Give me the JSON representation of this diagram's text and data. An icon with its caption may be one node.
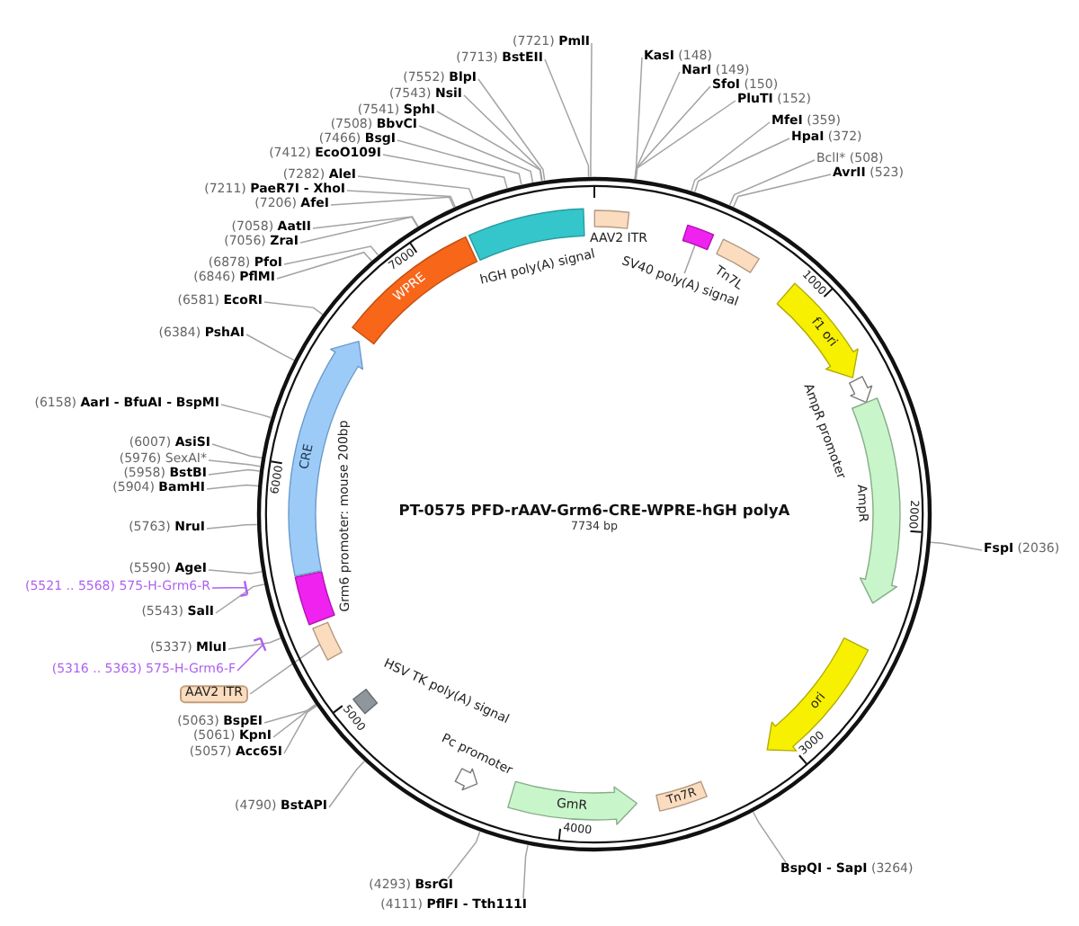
{
  "diagram": {
    "title": "PT-0575 PFD-rAAV-Grm6-CRE-WPRE-hGH polyA",
    "nodes": [
      {
        "text": [
          "**KasI** (148)"
        ]
      },
      {
        "text": [
          "**NarI** (149)"
        ]
      },
      {
        "text": [
          "**SfoI** (150)"
        ]
      },
      {
        "text": [
          "**PluTI** (152)"
        ]
      },
      {
        "text": [
          "**MfeI** (359)"
        ]
      },
      {
        "text": [
          "**HpaI** (372)"
        ]
      },
      {
        "text": [
          "BclI* (508)"
        ]
      },
      {
        "text": [
          "**AvrII** (523)"
        ]
      },
      {
        "text": [
          "**FspI** (2036)"
        ]
      },
      {
        "text": [
          "**BspQI - SapI** (3264)"
        ]
      },
      {
        "text": [
          "(4111) **PflFI - Tth111I**"
        ]
      },
      {
        "text": [
          "(4293) **BsrGI**"
        ]
      },
      {
        "text": [
          "(4790) **BstAPI**"
        ]
      },
      {
        "text": [
          "(5057) **Acc65I**"
        ]
      },
      {
        "text": [
          "(5061) **KpnI**"
        ]
      },
      {
        "text": [
          "(5063) **BspEI**"
        ]
      },
      {
        "text": [
          "AAV2 ITR"
        ]
      },
      {
        "text": [
          "(5316 .. 5363) 575-H-Grm6-F"
        ]
      },
      {
        "text": [
          "(5337) **MluI**"
        ]
      },
      {
        "text": [
          "(5543) **SalI**"
        ]
      },
      {
        "text": [
          "(5521 .. 5568) 575-H-Grm6-R"
        ]
      },
      {
        "text": [
          "(5590) **AgeI**"
        ]
      },
      {
        "text": [
          "(5763) **NruI**"
        ]
      },
      {
        "text": [
          "(5904) **BamHI**"
        ]
      },
      {
        "text": [
          "(5958) **BstBI**"
        ]
      },
      {
        "text": [
          "(5976) SexAI*"
        ]
      },
      {
        "text": [
          "(6007) **AsiSI**"
        ]
      },
      {
        "text": [
          "(6158) **AarI - BfuAI - BspMI**"
        ]
      },
      {
        "text": [
          "(6384) **PshAI**"
        ]
      },
      {
        "text": [
          "(6581) **EcoRI**"
        ]
      },
      {
        "text": [
          "(6846) **PflMI**"
        ]
      },
      {
        "text": [
          "(6878) **PfoI**"
        ]
      },
      {
        "text": [
          "(7056) **ZraI**"
        ]
      },
      {
        "text": [
          "(7058) **AatII**"
        ]
      },
      {
        "text": [
          "(7206) **AfeI**"
        ]
      },
      {
        "text": [
          "(7211) **PaeR7I - XhoI**"
        ]
      },
      {
        "text": [
          "(7282) **AleI**"
        ]
      },
      {
        "text": [
          "(7412) **EcoO109I**"
        ]
      },
      {
        "text": [
          "(7466) **BsgI**"
        ]
      },
      {
        "text": [
          "(7508) **BbvCI**"
        ]
      },
      {
        "text": [
          "(7541) **SphI**"
        ]
      },
      {
        "text": [
          "(7543) **NsiI**"
        ]
      },
      {
        "text": [
          "(7552) **BlpI**"
        ]
      },
      {
        "text": [
          "(7713) **BstEII**"
        ]
      },
      {
        "text": [
          "(7721) **PmlI**"
        ]
      },
      {
        "text": [],
        "shape": "circle"
      },
      {
        "text": [
          "AAV2 ITR"
        ],
        "in": 45
      },
      {
        "text": [
          "SV40 poly(A) signal"
        ],
        "in": 45
      },
      {
        "text": [],
        "shape": "box",
        "in": 45
      },
      {
        "text": [
          "Tn7L"
        ],
        "in": 45
      },
      {
        "text": [
          "f1 ori"
        ],
        "in": 45
      },
      {
        "text": [
          "AmpR promoter"
        ],
        "in": 45
      },
      {
        "text": [
          "AmpR"
        ],
        "in": 45
      },
      {
        "text": [
          "ori"
        ],
        "in": 45
      },
      {
        "text": [
          "Tn7R"
        ],
        "in": 45
      },
      {
        "text": [
          "GmR"
        ],
        "in": 45
      },
      {
        "text": [
          "Pc promoter"
        ],
        "in": 45
      },
      {
        "text": [
          "HSV TK poly(A) signal"
        ],
        "in": 45
      },
      {
        "text": [],
        "shape": "box",
        "in": 45
      },
      {
        "text": [],
        "shape": "bar"
      },
      {
        "text": [
          "Grm6 promoter: mouse 200bp"
        ],
        "in": 45
      },
      {
        "text": [],
        "shape": "bar"
      },
      {
        "text": [
          "CRE"
        ],
        "in": 45
      },
      {
        "text": [
          "WPRE"
        ],
        "in": 45
      },
      {
        "text": [
          "hGH poly(A) signal"
        ],
        "in": 45
      }
    ],
    "edges": [
      {
        "from": 0,
        "to": 45,
        "arrow": "none"
      },
      {
        "from": 1,
        "to": 45,
        "arrow": "none"
      },
      {
        "from": 2,
        "to": 45,
        "arrow": "none"
      },
      {
        "from": 3,
        "to": 45,
        "arrow": "none"
      },
      {
        "from": 4,
        "to": 45,
        "arrow": "none"
      },
      {
        "from": 5,
        "to": 45,
        "arrow": "none"
      },
      {
        "from": 6,
        "to": 45,
        "arrow": "none"
      },
      {
        "from": 7,
        "to": 45,
        "arrow": "none"
      },
      {
        "from": 8,
        "to": 45,
        "arrow": "none"
      },
      {
        "from": 9,
        "to": 45,
        "arrow": "none"
      },
      {
        "from": 10,
        "to": 45,
        "arrow": "none"
      },
      {
        "from": 11,
        "to": 45,
        "arrow": "none"
      },
      {
        "from": 12,
        "to": 45,
        "arrow": "none"
      },
      {
        "from": 13,
        "to": 45,
        "arrow": "none"
      },
      {
        "from": 14,
        "to": 45,
        "arrow": "none"
      },
      {
        "from": 15,
        "to": 45,
        "arrow": "none"
      },
      {
        "from": 16,
        "to": 58,
        "arrow": "none"
      },
      {
        "from": 17,
        "to": 59,
        "arrow": "none",
        "color": "#ad62f0"
      },
      {
        "from": 18,
        "to": 45,
        "arrow": "none"
      },
      {
        "from": 19,
        "to": 45,
        "arrow": "none"
      },
      {
        "from": 20,
        "to": 61,
        "arrow": "none",
        "color": "#ad62f0"
      },
      {
        "from": 21,
        "to": 45,
        "arrow": "none"
      },
      {
        "from": 22,
        "to": 45,
        "arrow": "none"
      },
      {
        "from": 23,
        "to": 45,
        "arrow": "none"
      },
      {
        "from": 24,
        "to": 45,
        "arrow": "none"
      },
      {
        "from": 25,
        "to": 45,
        "arrow": "none"
      },
      {
        "from": 26,
        "to": 45,
        "arrow": "none"
      },
      {
        "from": 27,
        "to": 45,
        "arrow": "none"
      },
      {
        "from": 28,
        "to": 45,
        "arrow": "none"
      },
      {
        "from": 29,
        "to": 45,
        "arrow": "none"
      },
      {
        "from": 30,
        "to": 45,
        "arrow": "none"
      },
      {
        "from": 31,
        "to": 45,
        "arrow": "none"
      },
      {
        "from": 32,
        "to": 45,
        "arrow": "none"
      },
      {
        "from": 33,
        "to": 45,
        "arrow": "none"
      },
      {
        "from": 34,
        "to": 45,
        "arrow": "none"
      },
      {
        "from": 35,
        "to": 45,
        "arrow": "none"
      },
      {
        "from": 36,
        "to": 45,
        "arrow": "none"
      },
      {
        "from": 37,
        "to": 45,
        "arrow": "none"
      },
      {
        "from": 38,
        "to": 45,
        "arrow": "none"
      },
      {
        "from": 39,
        "to": 45,
        "arrow": "none"
      },
      {
        "from": 40,
        "to": 45,
        "arrow": "none"
      },
      {
        "from": 41,
        "to": 45,
        "arrow": "none"
      },
      {
        "from": 42,
        "to": 45,
        "arrow": "none"
      },
      {
        "from": 43,
        "to": 45,
        "arrow": "none"
      },
      {
        "from": 44,
        "to": 45,
        "arrow": "none"
      },
      {
        "from": 47,
        "to": 48,
        "arrow": "none"
      }
    ],
    "labels": [
      "7734 bp",
      "1000",
      "2000",
      "3000",
      "4000",
      "5000",
      "6000",
      "7000"
    ]
  }
}
